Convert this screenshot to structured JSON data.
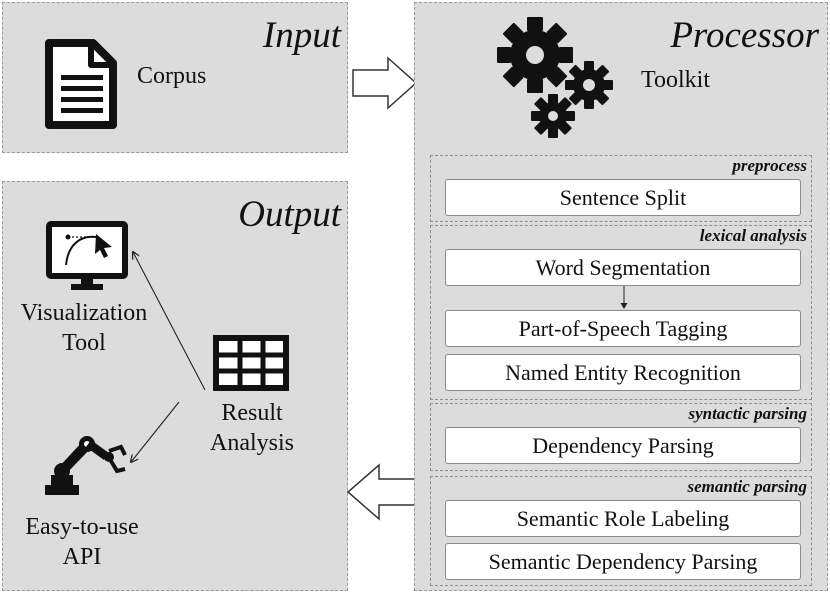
{
  "input": {
    "title": "Input",
    "corpus_label": "Corpus"
  },
  "processor": {
    "title": "Processor",
    "toolkit_label": "Toolkit",
    "groups": {
      "preprocess": {
        "title": "preprocess",
        "steps": [
          "Sentence Split"
        ]
      },
      "lexical": {
        "title": "lexical analysis",
        "steps": [
          "Word Segmentation",
          "Part-of-Speech Tagging",
          "Named Entity Recognition"
        ]
      },
      "syntactic": {
        "title": "syntactic parsing",
        "steps": [
          "Dependency Parsing"
        ]
      },
      "semantic": {
        "title": "semantic parsing",
        "steps": [
          "Semantic Role Labeling",
          "Semantic Dependency Parsing"
        ]
      }
    }
  },
  "output": {
    "title": "Output",
    "visualization_label": [
      "Visualization",
      "Tool"
    ],
    "result_label": [
      "Result",
      "Analysis"
    ],
    "api_label": [
      "Easy-to-use",
      "API"
    ]
  },
  "icons": {
    "document": "document-icon",
    "gears": "gears-icon",
    "monitor": "monitor-icon",
    "table": "table-icon",
    "robot_arm": "robot-arm-icon"
  }
}
